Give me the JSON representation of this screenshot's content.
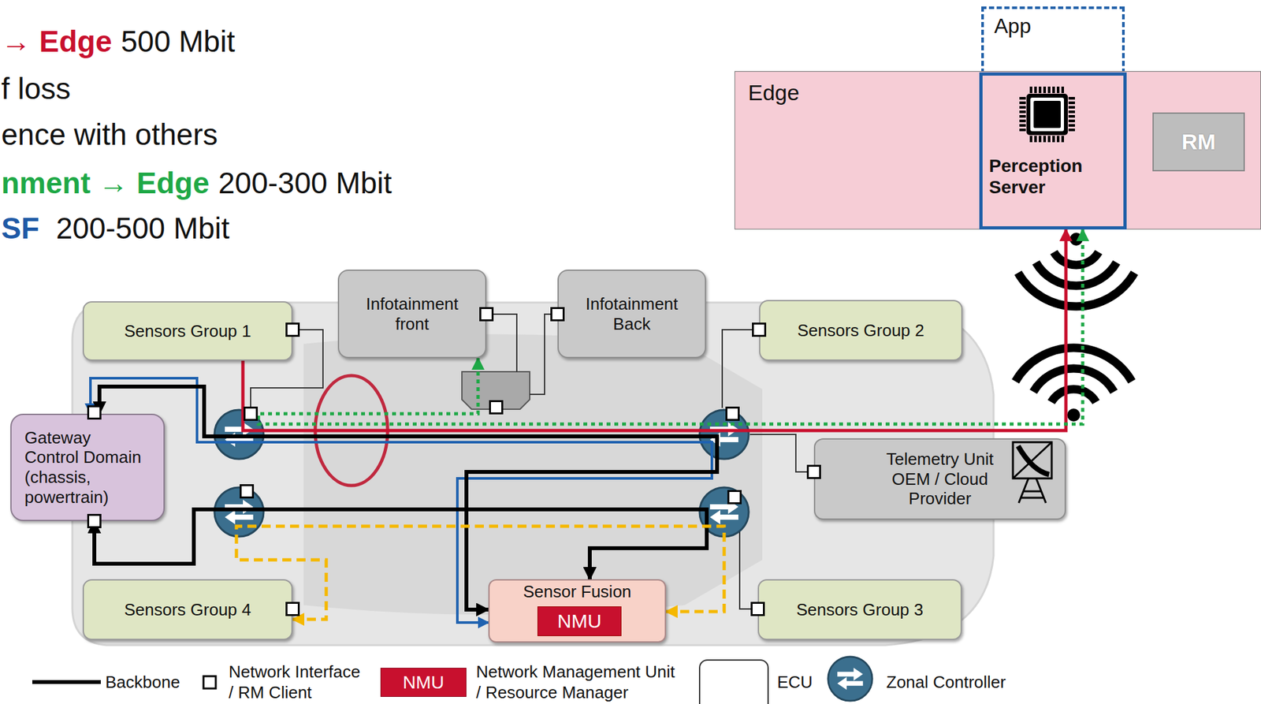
{
  "diagram": {
    "nodes": [
      {
        "text": [
          "App"
        ]
      },
      {
        "text": [
          "Edge"
        ]
      },
      {
        "text": [
          "Perception Server"
        ],
        "in": 1
      },
      {
        "text": [
          "RM"
        ],
        "in": 1
      },
      {
        "text": [
          "Sensors Group 1"
        ]
      },
      {
        "text": [
          "Infotainment front"
        ]
      },
      {
        "text": [
          "Infotainment Back"
        ]
      },
      {
        "text": [
          "Sensors Group 2"
        ]
      },
      {
        "text": [
          "Gateway Control Domain (chassis, powertrain)"
        ]
      },
      {
        "text": [
          "Telemetry Unit OEM / Cloud Provider"
        ]
      },
      {
        "text": [
          "Sensor Fusion"
        ]
      },
      {
        "text": [
          "NMU"
        ],
        "in": 10
      },
      {
        "text": [
          "Sensors Group 4"
        ]
      },
      {
        "text": [
          "Sensors Group 3"
        ]
      }
    ],
    "edges": [
      {
        "from": 4,
        "to": 2,
        "arrow": "to"
      },
      {
        "from": 2,
        "to": 5,
        "arrow": "both"
      },
      {
        "from": 8,
        "to": 10,
        "arrow": "both"
      },
      {
        "from": 8,
        "to": 10,
        "arrow": "both"
      },
      {
        "from": 8,
        "to": 10,
        "arrow": "both"
      },
      {
        "from": 10,
        "to": 12,
        "arrow": "both"
      }
    ],
    "labels": [
      "→ Edge",
      "500 Mbit",
      "f loss",
      "ence with others",
      "nment → Edge",
      "200-300 Mbit",
      "SF",
      "200-500 Mbit",
      "NMU"
    ],
    "legend": [
      {
        "text": "Backbone"
      },
      {
        "text": "Network Interface / RM Client"
      },
      {
        "text": "Network Management Unit / Resource Manager",
        "color": "#c8102e"
      },
      {
        "text": "ECU"
      },
      {
        "text": "Zonal Controller"
      }
    ]
  }
}
